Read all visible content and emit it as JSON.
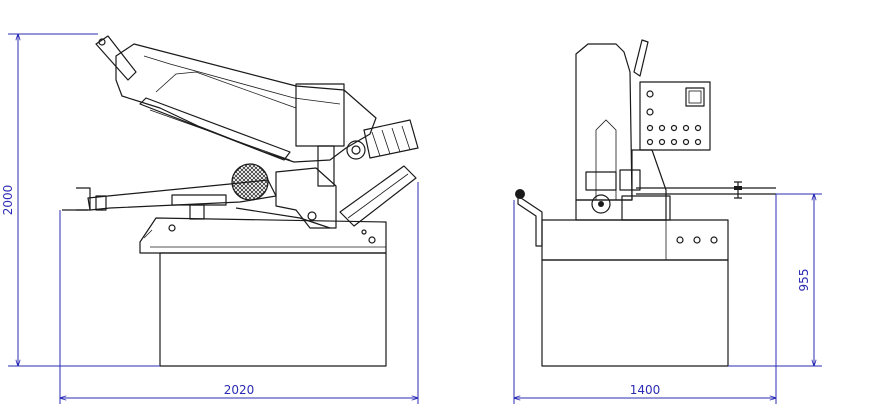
{
  "dimensions": {
    "height_total": "2000",
    "width_side": "2020",
    "width_front": "1400",
    "height_table": "955"
  },
  "colors": {
    "dimension_line": "#2b2bb5",
    "drawing_line": "#1a1a1a",
    "background": "#ffffff"
  }
}
